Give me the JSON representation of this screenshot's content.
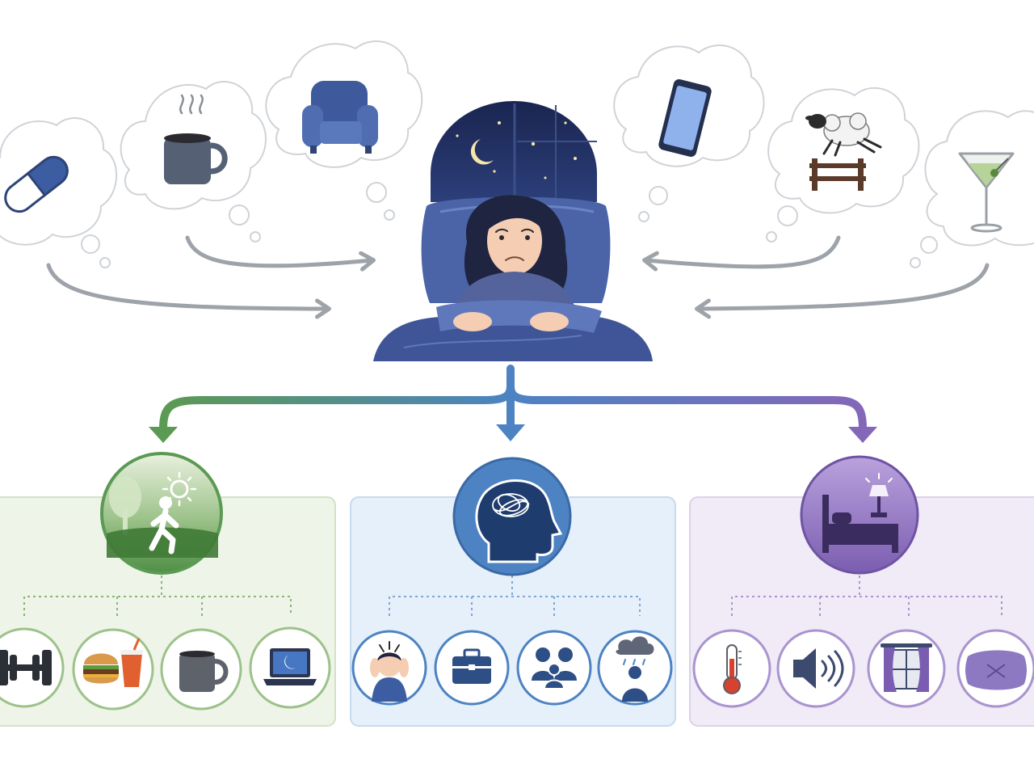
{
  "colors": {
    "background": "#ffffff",
    "cloud_stroke": "#cfd3d8",
    "arrow_gray": "#9ea3a9",
    "navy": "#2e4477",
    "blue": "#4a6db1",
    "green": "#5b9a52",
    "green_panel": "#eef4e8",
    "blue_accent": "#4d83c2",
    "blue_panel": "#e6f0fa",
    "purple": "#8467b8",
    "purple_panel": "#f0ebf6"
  },
  "thought_clouds": [
    {
      "id": "pill",
      "icon": "pill-icon"
    },
    {
      "id": "coffee",
      "icon": "steaming-coffee-icon"
    },
    {
      "id": "armchair",
      "icon": "armchair-icon"
    },
    {
      "id": "phone",
      "icon": "smartphone-icon"
    },
    {
      "id": "sheep",
      "icon": "sheep-jumping-fence-icon"
    },
    {
      "id": "cocktail",
      "icon": "martini-icon"
    }
  ],
  "center": {
    "icon": "sleepless-woman-in-bed-icon",
    "sky": "moon-and-stars-icon"
  },
  "categories": [
    {
      "id": "lifestyle",
      "icon": "walking-outdoors-icon",
      "items": [
        "dumbbell-icon",
        "fast-food-icon",
        "coffee-mug-icon",
        "laptop-night-icon"
      ]
    },
    {
      "id": "psychological",
      "icon": "head-tangled-thoughts-icon",
      "items": [
        "stressed-person-icon",
        "briefcase-icon",
        "family-icon",
        "rain-cloud-person-icon"
      ]
    },
    {
      "id": "environment",
      "icon": "bedroom-icon",
      "items": [
        "thermometer-icon",
        "speaker-noise-icon",
        "window-curtains-icon",
        "pillow-icon"
      ]
    }
  ]
}
